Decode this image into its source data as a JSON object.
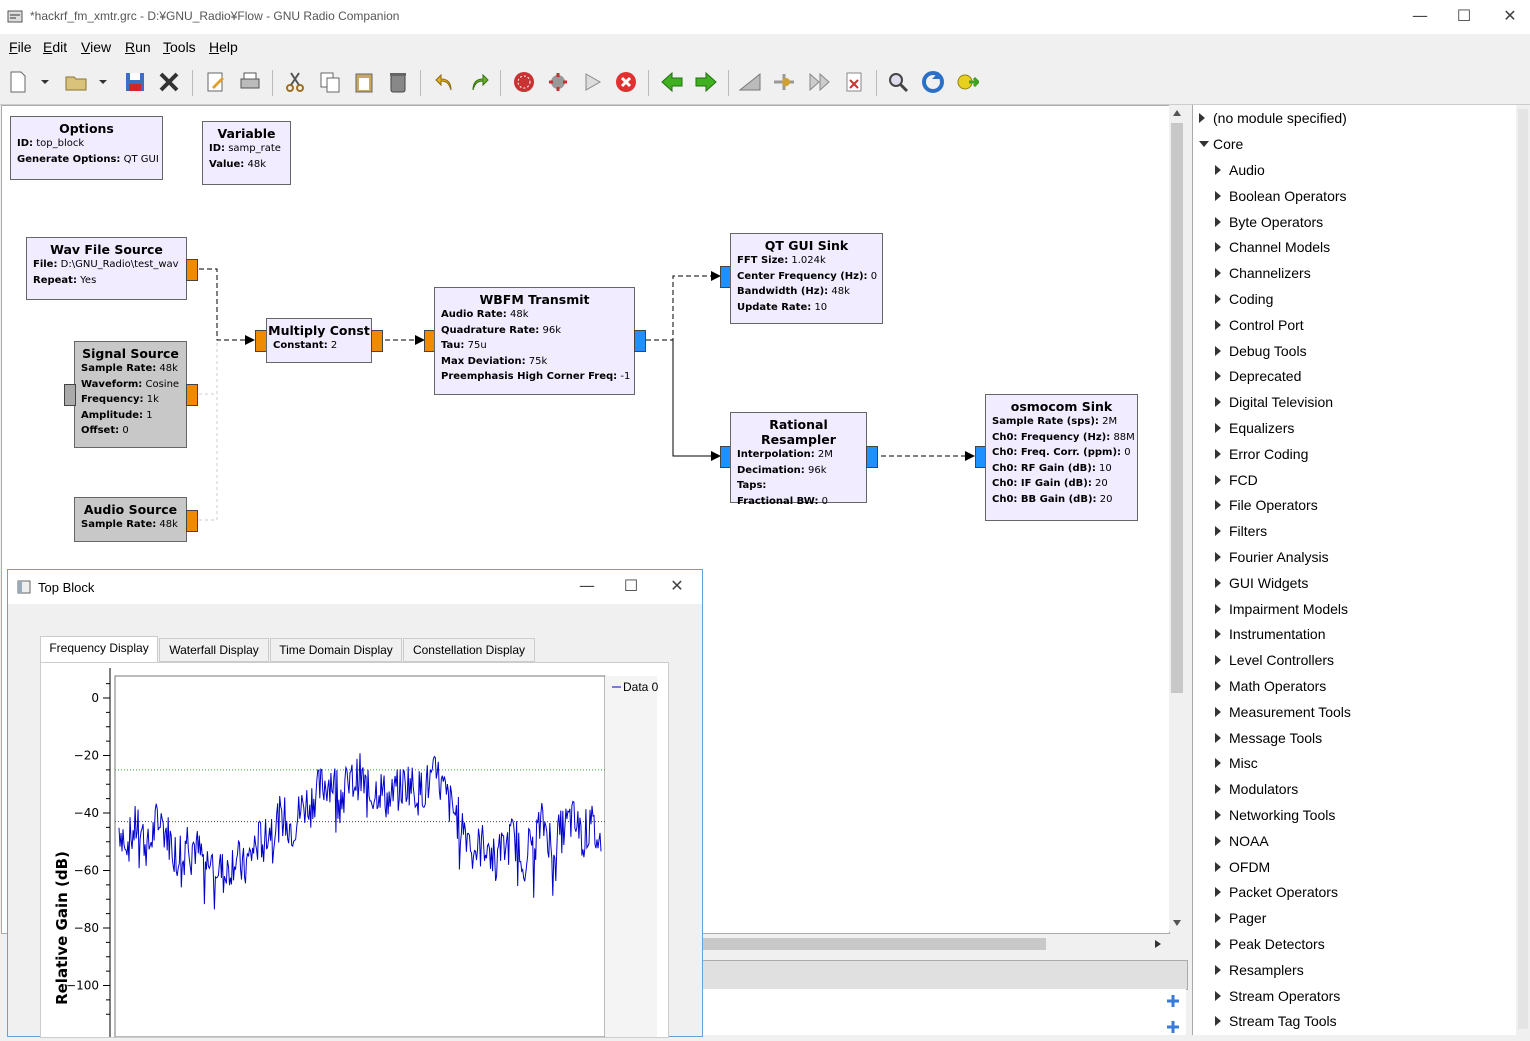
{
  "window": {
    "title": "*hackrf_fm_xmtr.grc - D:¥GNU_Radio¥Flow - GNU Radio Companion",
    "minimize": "—",
    "maximize": "☐",
    "close": "✕"
  },
  "menu": [
    "File",
    "Edit",
    "View",
    "Run",
    "Tools",
    "Help"
  ],
  "blocks": {
    "options": {
      "title": "Options",
      "props": [
        [
          "ID:",
          "top_block"
        ],
        [
          "Generate Options:",
          "QT GUI"
        ]
      ]
    },
    "variable": {
      "title": "Variable",
      "props": [
        [
          "ID:",
          "samp_rate"
        ],
        [
          "Value:",
          "48k"
        ]
      ]
    },
    "wav": {
      "title": "Wav File Source",
      "props": [
        [
          "File:",
          "D:\\GNU_Radio\\test_wav"
        ],
        [
          "Repeat:",
          "Yes"
        ]
      ]
    },
    "signal": {
      "title": "Signal Source",
      "props": [
        [
          "Sample Rate:",
          "48k"
        ],
        [
          "Waveform:",
          "Cosine"
        ],
        [
          "Frequency:",
          "1k"
        ],
        [
          "Amplitude:",
          "1"
        ],
        [
          "Offset:",
          "0"
        ]
      ]
    },
    "audio": {
      "title": "Audio Source",
      "props": [
        [
          "Sample Rate:",
          "48k"
        ]
      ]
    },
    "multiply": {
      "title": "Multiply Const",
      "props": [
        [
          "Constant:",
          "2"
        ]
      ]
    },
    "wbfm": {
      "title": "WBFM Transmit",
      "props": [
        [
          "Audio Rate:",
          "48k"
        ],
        [
          "Quadrature Rate:",
          "96k"
        ],
        [
          "Tau:",
          "75u"
        ],
        [
          "Max Deviation:",
          "75k"
        ],
        [
          "Preemphasis High Corner Freq:",
          "-1"
        ]
      ]
    },
    "qtsink": {
      "title": "QT GUI Sink",
      "props": [
        [
          "FFT Size:",
          "1.024k"
        ],
        [
          "Center Frequency (Hz):",
          "0"
        ],
        [
          "Bandwidth (Hz):",
          "48k"
        ],
        [
          "Update Rate:",
          "10"
        ]
      ]
    },
    "resampler": {
      "title": "Rational Resampler",
      "props": [
        [
          "Interpolation:",
          "2M"
        ],
        [
          "Decimation:",
          "96k"
        ],
        [
          "Taps:",
          ""
        ],
        [
          "Fractional BW:",
          "0"
        ]
      ]
    },
    "osmocom": {
      "title": "osmocom Sink",
      "props": [
        [
          "Sample Rate (sps):",
          "2M"
        ],
        [
          "Ch0: Frequency (Hz):",
          "88M"
        ],
        [
          "Ch0: Freq. Corr. (ppm):",
          "0"
        ],
        [
          "Ch0: RF Gain (dB):",
          "10"
        ],
        [
          "Ch0: IF Gain (dB):",
          "20"
        ],
        [
          "Ch0: BB Gain (dB):",
          "20"
        ]
      ]
    }
  },
  "tree": {
    "top": [
      "(no module specified)",
      "Core"
    ],
    "children": [
      "Audio",
      "Boolean Operators",
      "Byte Operators",
      "Channel Models",
      "Channelizers",
      "Coding",
      "Control Port",
      "Debug Tools",
      "Deprecated",
      "Digital Television",
      "Equalizers",
      "Error Coding",
      "FCD",
      "File Operators",
      "Filters",
      "Fourier Analysis",
      "GUI Widgets",
      "Impairment Models",
      "Instrumentation",
      "Level Controllers",
      "Math Operators",
      "Measurement Tools",
      "Message Tools",
      "Misc",
      "Modulators",
      "Networking Tools",
      "NOAA",
      "OFDM",
      "Packet Operators",
      "Pager",
      "Peak Detectors",
      "Resamplers",
      "Stream Operators",
      "Stream Tag Tools"
    ]
  },
  "topblock": {
    "title": "Top Block",
    "tabs": [
      "Frequency Display",
      "Waterfall Display",
      "Time Domain Display",
      "Constellation Display"
    ],
    "legend": "Data 0"
  },
  "chart_data": {
    "type": "line",
    "title": "",
    "xlabel": "",
    "ylabel": "Relative Gain (dB)",
    "yticks": [
      0,
      -20,
      -40,
      -60,
      -80,
      -100
    ],
    "ylim": [
      -112,
      10
    ],
    "grid": false,
    "legend": "top-right",
    "series": [
      {
        "name": "Data 0",
        "color": "#0000cc",
        "x": [
          0,
          2,
          4,
          6,
          8,
          10,
          12,
          14,
          16,
          18,
          20,
          22,
          24,
          26,
          28,
          30,
          32,
          34,
          36,
          38,
          40,
          42,
          44,
          46,
          48,
          50,
          52,
          54,
          56,
          58,
          60,
          62,
          64,
          66,
          68,
          70,
          72,
          74,
          76,
          78,
          80,
          82,
          84,
          86,
          88,
          90,
          92,
          94,
          96,
          98,
          100
        ],
        "values": [
          -45,
          -50,
          -43,
          -53,
          -42,
          -47,
          -55,
          -48,
          -52,
          -58,
          -57,
          -62,
          -55,
          -60,
          -52,
          -48,
          -44,
          -41,
          -45,
          -38,
          -35,
          -31,
          -28,
          -33,
          -30,
          -27,
          -34,
          -31,
          -36,
          -32,
          -29,
          -33,
          -30,
          -27,
          -35,
          -41,
          -46,
          -53,
          -50,
          -57,
          -52,
          -48,
          -55,
          -49,
          -43,
          -51,
          -46,
          -42,
          -48,
          -44,
          -52
        ]
      }
    ],
    "reference_lines": [
      -25,
      -43
    ]
  }
}
